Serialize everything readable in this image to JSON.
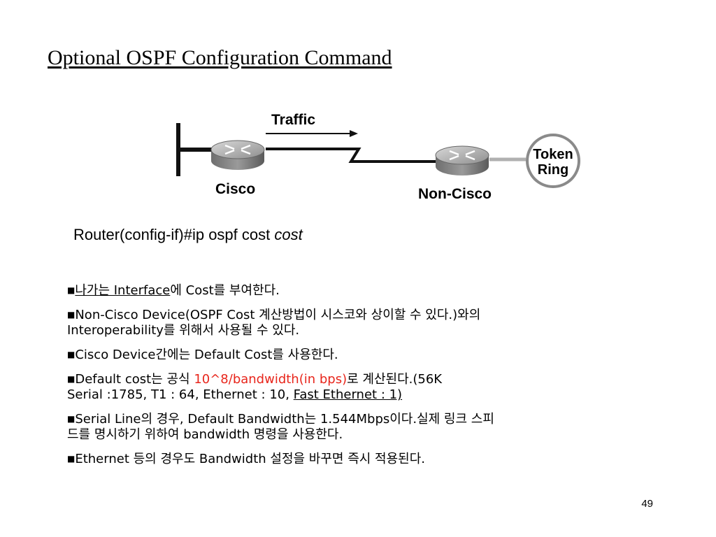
{
  "slide": {
    "title": "Optional OSPF Configuration Command",
    "page_number": "49"
  },
  "diagram": {
    "traffic_label": "Traffic",
    "router1_label": "Cisco",
    "router2_label": "Non-Cisco",
    "token_ring_line1": "Token",
    "token_ring_line2": "Ring"
  },
  "command": {
    "prefix": "Router(config-if)#ip ospf cost ",
    "argument": "cost"
  },
  "bullets": {
    "b1": {
      "underlined": "나가는 Interface",
      "rest": "에 Cost를 부여한다."
    },
    "b2": {
      "text_line1": "Non-Cisco Device(OSPF Cost 계산방법이 시스코와 상이할 수 있다.)와의",
      "text_line2": "Interoperability를 위해서 사용될 수 있다."
    },
    "b3": {
      "text": "Cisco Device간에는 Default Cost를 사용한다."
    },
    "b4": {
      "prefix": "Default cost는 공식  ",
      "formula": "10^8/bandwidth(in bps)",
      "suffix": "로 계산된다.(56K",
      "line2_prefix": "Serial :1785, T1 : 64, Ethernet : 10, ",
      "line2_underlined": "Fast Ethernet : 1)"
    },
    "b5": {
      "text_line1": "Serial Line의 경우, Default Bandwidth는 1.544Mbps이다.실제 링크 스피",
      "text_line2": "드를 명시하기 위하여 bandwidth 명령을 사용한다."
    },
    "b6": {
      "text": "Ethernet 등의 경우도 Bandwidth 설정을 바꾸면 즉시 적용된다."
    }
  },
  "colors": {
    "formula": "#e8261c",
    "router_body": "#8a8a8a",
    "token_ring_line": "#b0b0b0"
  },
  "icons": {
    "router": "router-icon",
    "token_ring": "token-ring-icon",
    "arrow": "traffic-arrow-icon"
  }
}
